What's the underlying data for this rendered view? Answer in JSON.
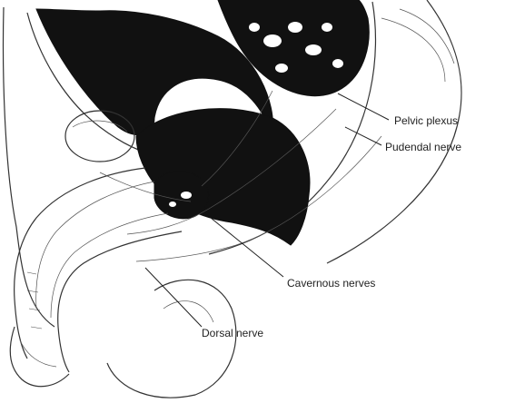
{
  "labels": {
    "pelvic_plexus": "Pelvic plexus",
    "pudendal_nerve": "Pudendal nerve",
    "cavernous_nerves": "Cavernous nerves",
    "dorsal_nerve": "Dorsal nerve"
  }
}
